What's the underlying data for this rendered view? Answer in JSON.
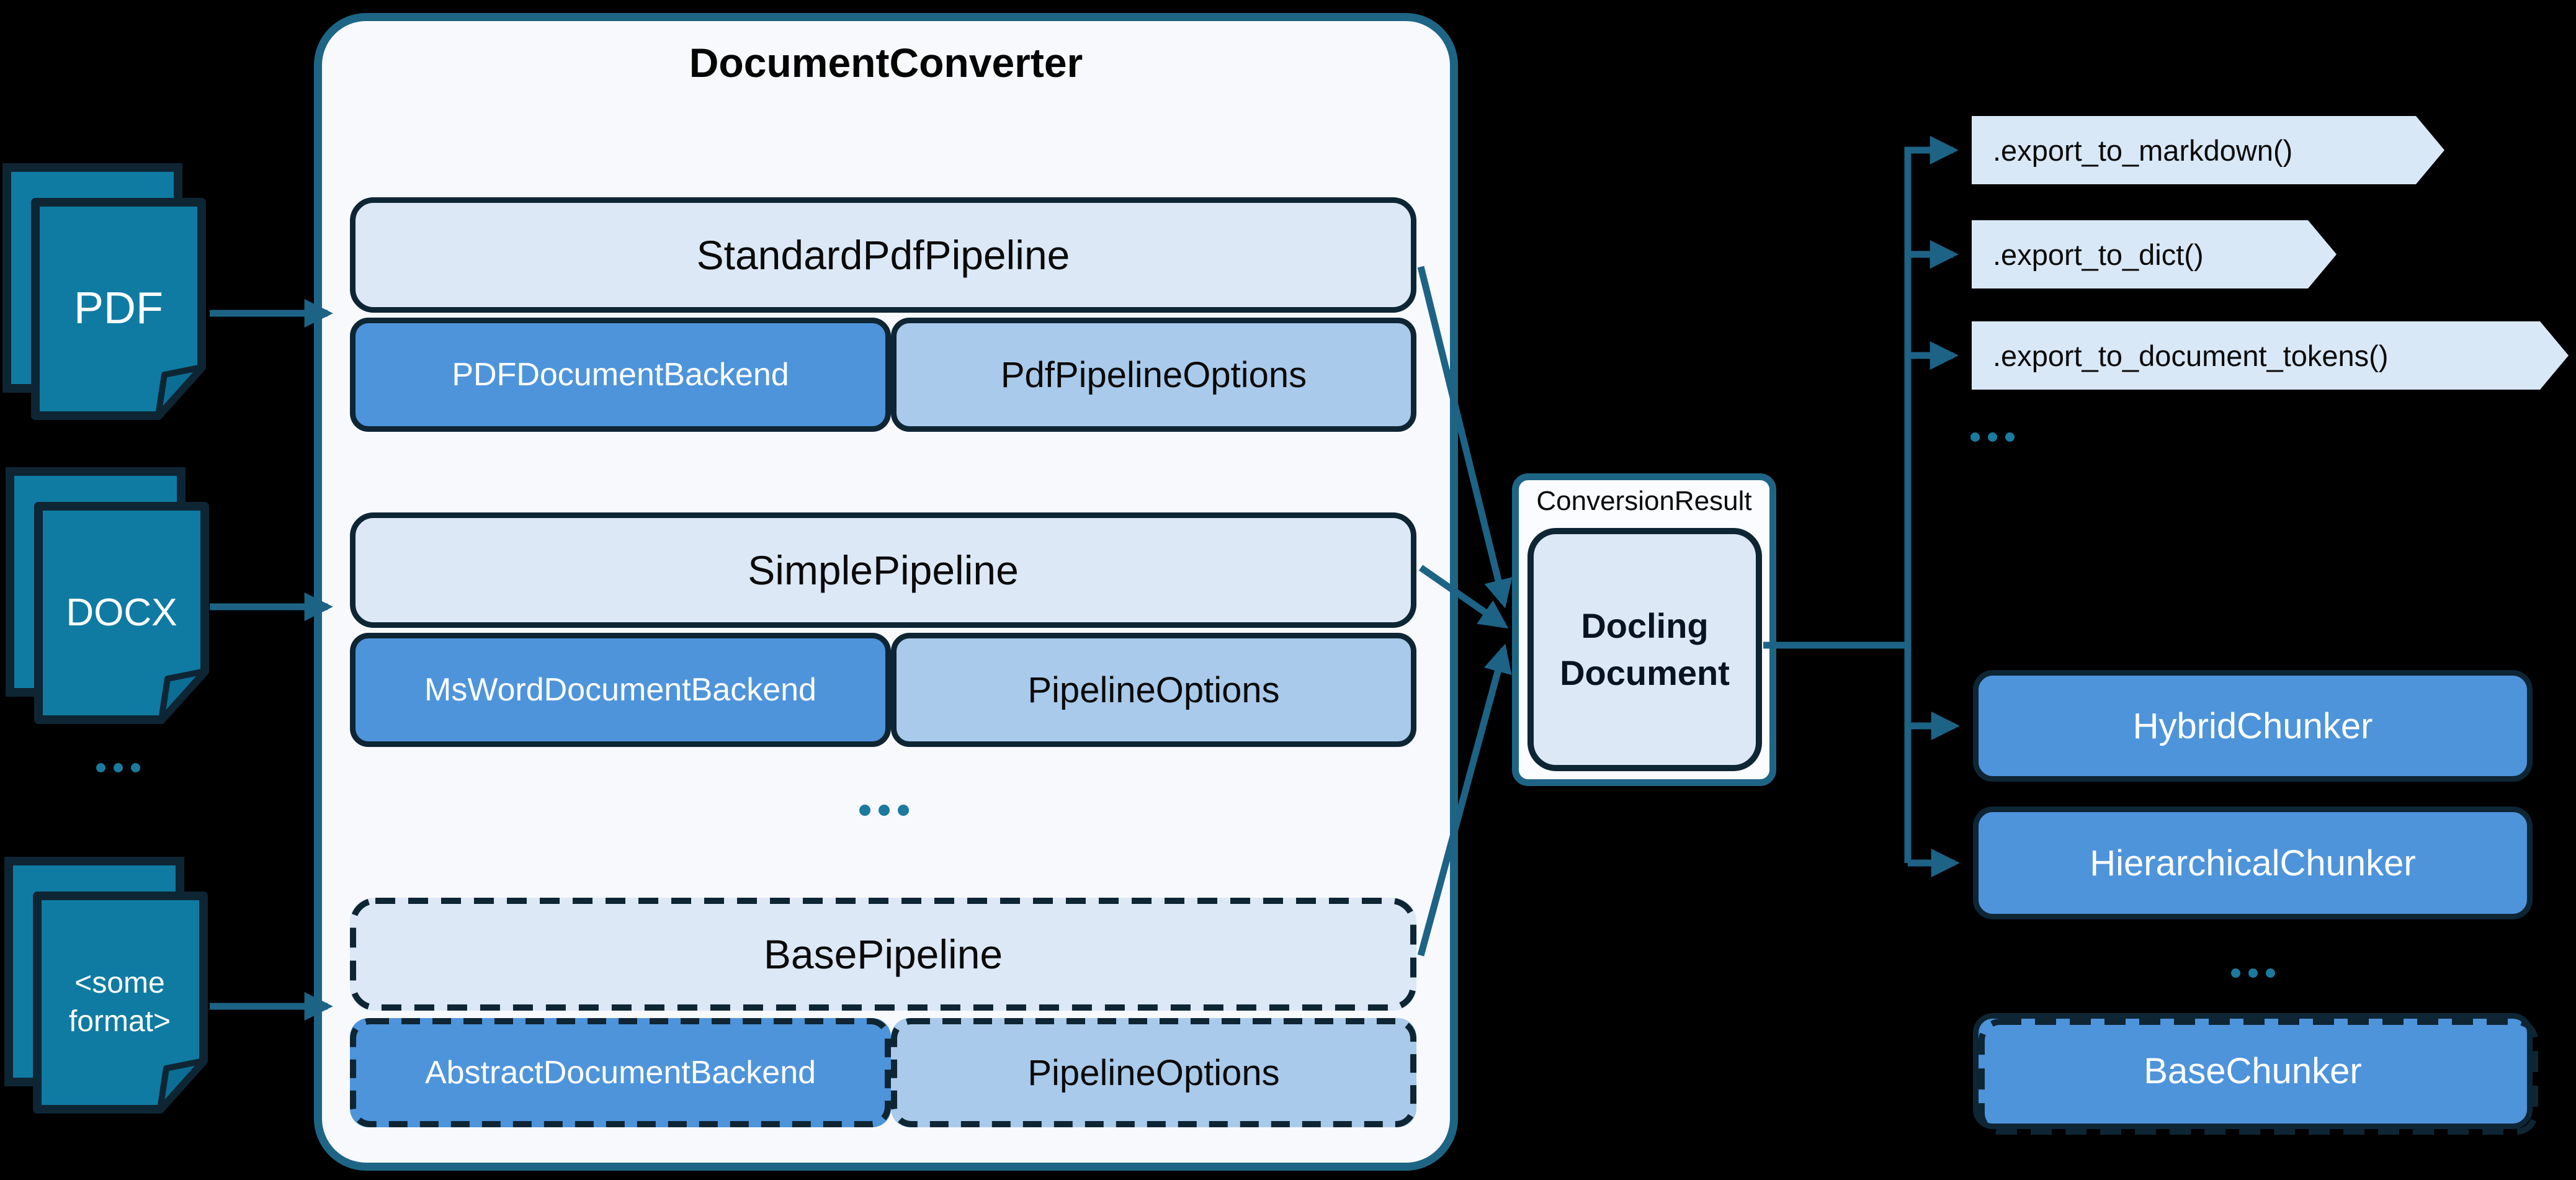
{
  "palette": {
    "background": "#000000",
    "document_teal": "#0F7BA3",
    "arrow_teal": "#1D6385",
    "navy_border": "#0E2534",
    "container_bg": "#F7F9FD",
    "container_border": "#1E6585",
    "pipeline_bg": "#DCE8F6",
    "backend_bg": "#4E94DB",
    "options_bg": "#A9CAEA",
    "chevron_bg": "#D9E8F7",
    "chunker_bg": "#4E94DB"
  },
  "inputs": [
    {
      "label": "PDF"
    },
    {
      "label": "DOCX"
    },
    {
      "label": "<some format>"
    }
  ],
  "inputs_more": "...",
  "converter": {
    "title": "DocumentConverter",
    "pipelines": [
      {
        "name": "StandardPdfPipeline",
        "backend": "PDFDocumentBackend",
        "options": "PdfPipelineOptions",
        "style": "solid"
      },
      {
        "name": "SimplePipeline",
        "backend": "MsWordDocumentBackend",
        "options": "PipelineOptions",
        "style": "solid"
      },
      {
        "name": "BasePipeline",
        "backend": "AbstractDocumentBackend",
        "options": "PipelineOptions",
        "style": "dashed"
      }
    ],
    "more": "..."
  },
  "conversion_result": {
    "label": "ConversionResult",
    "document_line1": "Docling",
    "document_line2": "Document"
  },
  "exports": {
    "methods": [
      ".export_to_markdown()",
      ".export_to_dict()",
      ".export_to_document_tokens()"
    ],
    "more": "..."
  },
  "chunkers": {
    "items": [
      {
        "label": "HybridChunker",
        "style": "solid"
      },
      {
        "label": "HierarchicalChunker",
        "style": "solid"
      },
      {
        "label": "BaseChunker",
        "style": "dashed"
      }
    ],
    "more": "..."
  }
}
